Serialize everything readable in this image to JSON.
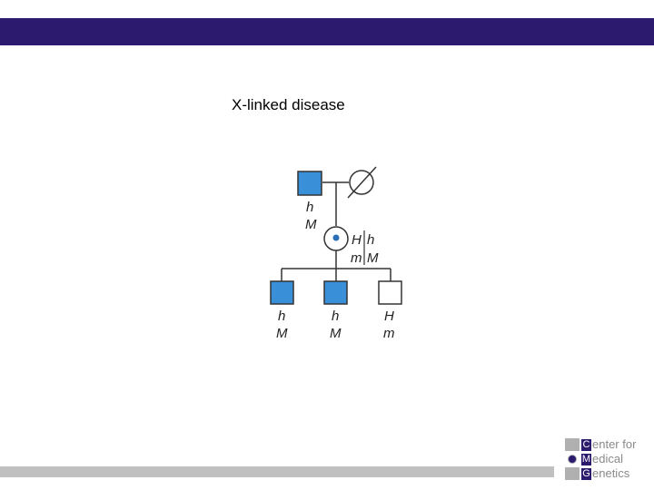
{
  "slide": {
    "title": "X-linked disease"
  },
  "pedigree": {
    "father_genotype": [
      "h",
      "M"
    ],
    "mother_status": "deceased",
    "daughter_genotype_left": [
      "H",
      "m"
    ],
    "daughter_genotype_right": [
      "h",
      "M"
    ],
    "sons": [
      {
        "affected": true,
        "genotype": [
          "h",
          "M"
        ]
      },
      {
        "affected": true,
        "genotype": [
          "h",
          "M"
        ]
      },
      {
        "affected": false,
        "genotype": [
          "H",
          "m"
        ]
      }
    ],
    "colors": {
      "affected": "#3a8fd9",
      "line": "#333333"
    }
  },
  "logo": {
    "lines": [
      {
        "initial": "C",
        "rest": "enter for"
      },
      {
        "initial": "M",
        "rest": "edical"
      },
      {
        "initial": "G",
        "rest": "enetics"
      }
    ]
  },
  "colors": {
    "top_bar": "#2b1a6e",
    "bottom_bar": "#c0c0c0"
  }
}
